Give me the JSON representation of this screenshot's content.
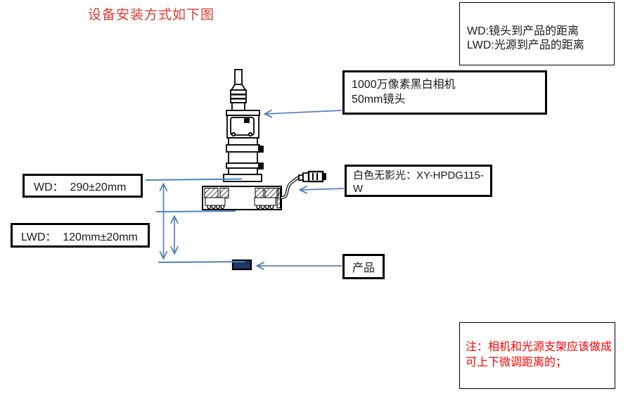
{
  "title": "设备安装方式如下图",
  "legend": {
    "line1": "WD:镜头到产品的距离",
    "line2": "LWD:光源到产品的距离"
  },
  "camera_label": {
    "line1": "1000万像素黑白相机",
    "line2": "50mm镜头"
  },
  "light_label": {
    "line1": "白色无影光：XY-HPDG115-",
    "line2": "W",
    "full_model": "XY-HPDG115-W"
  },
  "wd_dimension": "WD：  290±20mm",
  "lwd_dimension": "LWD：  120mm±20mm",
  "product_label": "产品",
  "note": {
    "line1": "注：相机和光源支架应该做成",
    "line2": "可上下微调距离的；"
  },
  "colors": {
    "accent_blue": "#4f81bd",
    "title_red": "#e03a2f",
    "note_red": "#ff0000",
    "product_fill": "#1f3864",
    "line_black": "#000000"
  }
}
